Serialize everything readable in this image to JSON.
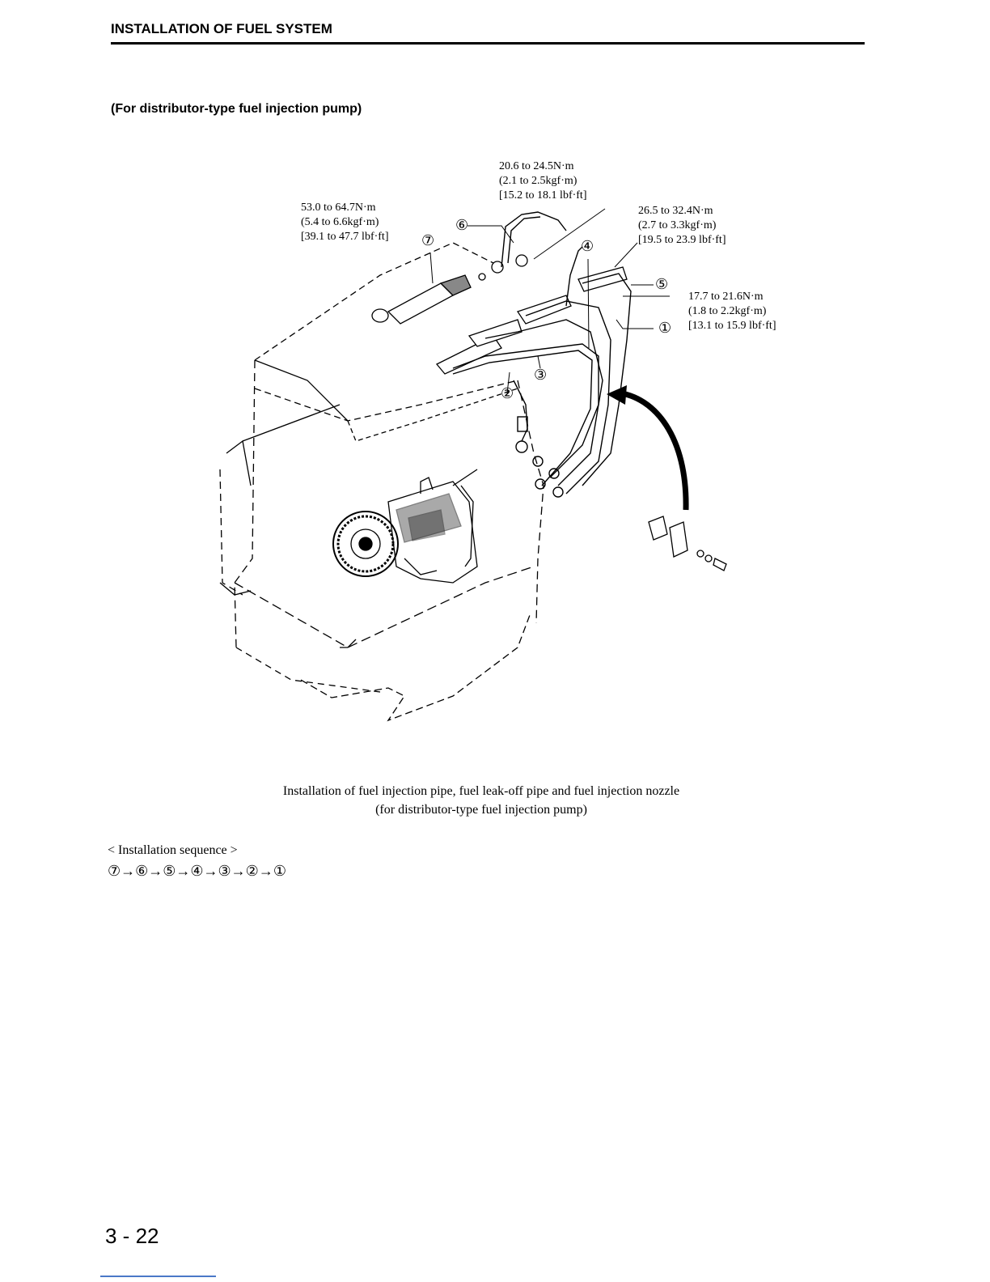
{
  "header": {
    "title": "INSTALLATION OF FUEL SYSTEM"
  },
  "subtitle": "(For distributor-type fuel injection pump)",
  "torque_specs": {
    "nozzle": {
      "nm": "53.0 to 64.7N·m",
      "kgf": "(5.4 to 6.6kgf·m)",
      "lbf": "[39.1 to 47.7 lbf·ft]"
    },
    "leak_off_bolt": {
      "nm": "20.6 to 24.5N·m",
      "kgf": "(2.1 to 2.5kgf·m)",
      "lbf": "[15.2 to 18.1 lbf·ft]"
    },
    "pipe_nozzle_side": {
      "nm": "26.5 to 32.4N·m",
      "kgf": "(2.7 to 3.3kgf·m)",
      "lbf": "[19.5 to 23.9 lbf·ft]"
    },
    "pipe_pump_side": {
      "nm": "17.7 to 21.6N·m",
      "kgf": "(1.8 to 2.2kgf·m)",
      "lbf": "[13.1 to 15.9 lbf·ft]"
    }
  },
  "callouts": [
    "①",
    "②",
    "③",
    "④",
    "⑤",
    "⑥",
    "⑦"
  ],
  "caption": {
    "line1": "Installation of fuel injection pipe, fuel leak-off pipe and fuel injection nozzle",
    "line2": "(for distributor-type fuel injection pump)"
  },
  "installation_sequence": {
    "label": "< Installation sequence >",
    "value": "⑦→⑥→⑤→④→③→②→①"
  },
  "page_number": "3 - 22"
}
